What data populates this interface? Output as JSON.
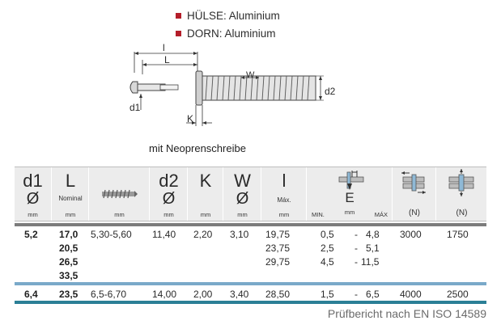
{
  "materials": [
    {
      "label": "HÜLSE: Aluminium",
      "color": "#b41e2a"
    },
    {
      "label": "DORN: Aluminium",
      "color": "#b41e2a"
    }
  ],
  "drawing": {
    "dim_l_small": "l",
    "dim_L": "L",
    "dim_W": "W",
    "dim_d2": "d2",
    "dim_d1": "d1",
    "dim_K": "K"
  },
  "caption": "mit Neoprenschreibe",
  "table": {
    "headers": {
      "d1": {
        "top": "d1",
        "sym": "Ø",
        "unit": "mm"
      },
      "L": {
        "top": "L",
        "note": "Nominal",
        "unit": "mm"
      },
      "grip": {
        "unit": "mm"
      },
      "d2": {
        "top": "d2",
        "sym": "Ø",
        "unit": "mm"
      },
      "K": {
        "top": "K",
        "unit": "mm"
      },
      "W": {
        "top": "W",
        "sym": "Ø",
        "unit": "mm"
      },
      "l": {
        "top": "l",
        "note": "Máx.",
        "unit": "mm"
      },
      "E": {
        "top": "E",
        "min": "MIN.",
        "unit": "mm",
        "max": "MÁX"
      },
      "shear": {
        "unit": "(N)"
      },
      "tensile": {
        "unit": "(N)"
      }
    },
    "group1": [
      {
        "d1": "5,2",
        "L": "17,0",
        "grip": "5,30-5,60",
        "d2": "11,40",
        "K": "2,20",
        "W": "3,10",
        "l": "19,75",
        "emin": "0,5",
        "dash": "-",
        "emax": "4,8",
        "shear": "3000",
        "tensile": "1750"
      },
      {
        "d1": "",
        "L": "20,5",
        "grip": "",
        "d2": "",
        "K": "",
        "W": "",
        "l": "23,75",
        "emin": "2,5",
        "dash": "-",
        "emax": "5,1",
        "shear": "",
        "tensile": ""
      },
      {
        "d1": "",
        "L": "26,5",
        "grip": "",
        "d2": "",
        "K": "",
        "W": "",
        "l": "29,75",
        "emin": "4,5",
        "dash": "-",
        "emax": "11,5",
        "shear": "",
        "tensile": ""
      },
      {
        "d1": "",
        "L": "33,5",
        "grip": "",
        "d2": "",
        "K": "",
        "W": "",
        "l": "",
        "emin": "",
        "dash": "",
        "emax": "",
        "shear": "",
        "tensile": ""
      }
    ],
    "group2": [
      {
        "d1": "6,4",
        "L": "23,5",
        "grip": "6,5-6,70",
        "d2": "14,00",
        "K": "2,00",
        "W": "3,40",
        "l": "28,50",
        "emin": "1,5",
        "dash": "-",
        "emax": "6,5",
        "shear": "4000",
        "tensile": "2500"
      }
    ]
  },
  "footer": "Prüfbericht nach EN ISO 14589"
}
